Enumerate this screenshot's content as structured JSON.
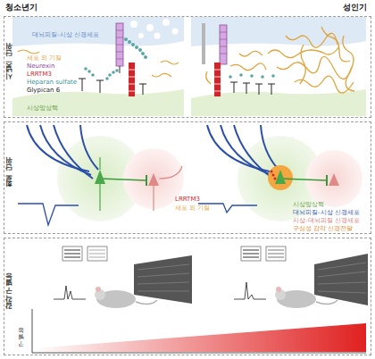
{
  "diagram": {
    "nodes": [
      {
        "text": [
          "시냅스 단위"
        ]
      },
      {
        "text": [
          "회로 단위"
        ]
      },
      {
        "text": [
          "감각 구별능"
        ]
      }
    ],
    "labels": [
      "청소년기",
      "성인기",
      "대뇌피질-시상 신경세포",
      "세포 외 기질",
      "Neurexin",
      "LRRTM3",
      "Heparan sulfate",
      "Glypican 6",
      "시상망상핵",
      "LRRTM3",
      "세포 외 기질",
      "시상망상핵",
      "대뇌피질-시상 신경세포",
      "시상-대뇌피질 신경세포",
      "구심성 감각 신경전달",
      "구별능"
    ]
  }
}
